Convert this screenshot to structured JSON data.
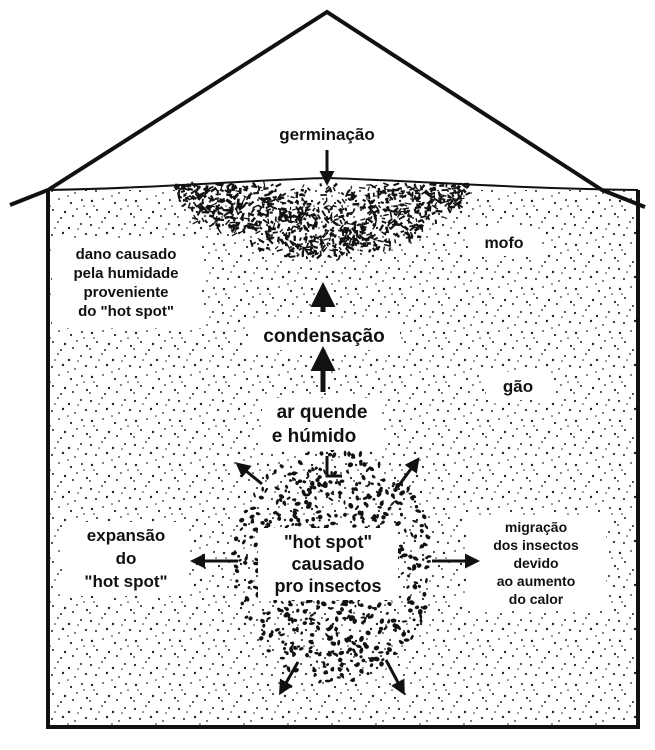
{
  "labels": {
    "germination": "germinação",
    "mold": "mofo",
    "damage": [
      "dano causado",
      "pela humidade",
      "proveniente",
      "do \"hot spot\""
    ],
    "condensation": "condensação",
    "grain": "gão",
    "warm_air": [
      "ar quende",
      "e húmido"
    ],
    "expansion": [
      "expansão",
      "do",
      "\"hot spot\""
    ],
    "hot_spot": [
      "\"hot spot\"",
      "causado",
      "pro insectos"
    ],
    "migration": [
      "migração",
      "dos insectos",
      "devido",
      "ao aumento",
      "do calor"
    ]
  },
  "colors": {
    "ink": "#111111",
    "paper": "#ffffff"
  }
}
